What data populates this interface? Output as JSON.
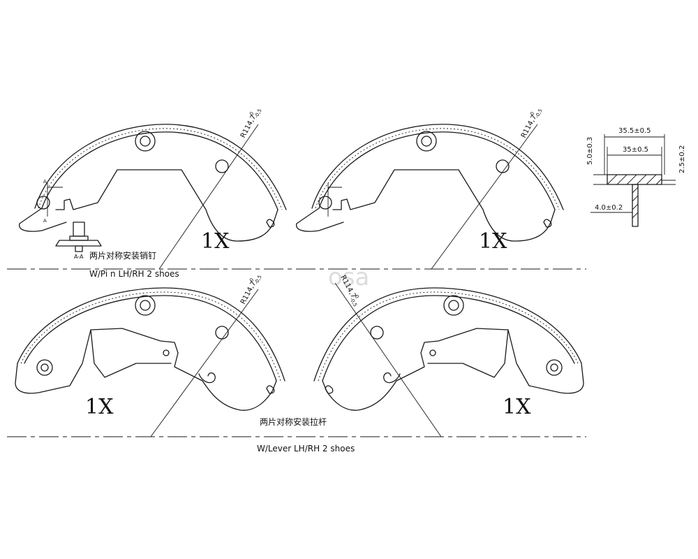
{
  "drawing": {
    "top_left": {
      "radius_label": "R114,7",
      "radius_tol_upper": "0",
      "radius_tol_lower": "-0,5",
      "quantity": "1X"
    },
    "top_right": {
      "radius_label": "R114,7",
      "radius_tol_upper": "0",
      "radius_tol_lower": "-0,5",
      "quantity": "1X"
    },
    "bottom_left": {
      "radius_label": "R114,7",
      "radius_tol_upper": "0",
      "radius_tol_lower": "-0,5",
      "quantity": "1X"
    },
    "bottom_right": {
      "radius_label": "R114,7",
      "radius_tol_upper": "0",
      "radius_tol_lower": "-0,5",
      "quantity": "1X"
    },
    "section_marker": "A",
    "section_label": "A-A",
    "pin_note_cn": "两片对称安装销钉",
    "pin_note_en": "W/Pi n  LH/RH 2 shoes",
    "lever_note_cn": "两片对称安装拉杆",
    "lever_note_en": "W/Lever  LH/RH 2 shoes",
    "watermark": "osa",
    "profile": {
      "width_overall": "35.5±0.5",
      "width_inner": "35±0.5",
      "height_left": "5.0±0.3",
      "height_right": "2.5±0.2",
      "web_thickness": "4.0±0.2"
    }
  }
}
